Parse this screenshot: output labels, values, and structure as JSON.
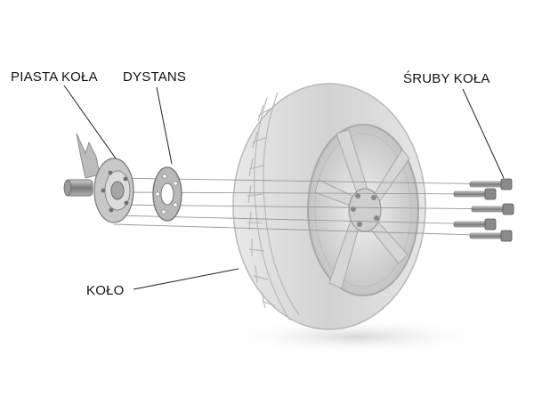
{
  "labels": {
    "hub": "PIASTA KOŁA",
    "spacer": "DYSTANS",
    "bolts": "ŚRUBY KOŁA",
    "wheel": "KOŁO"
  },
  "colors": {
    "background": "#ffffff",
    "tire": "#c9c9c9",
    "metal": "#8c8c8c",
    "leader_line": "#222222"
  }
}
